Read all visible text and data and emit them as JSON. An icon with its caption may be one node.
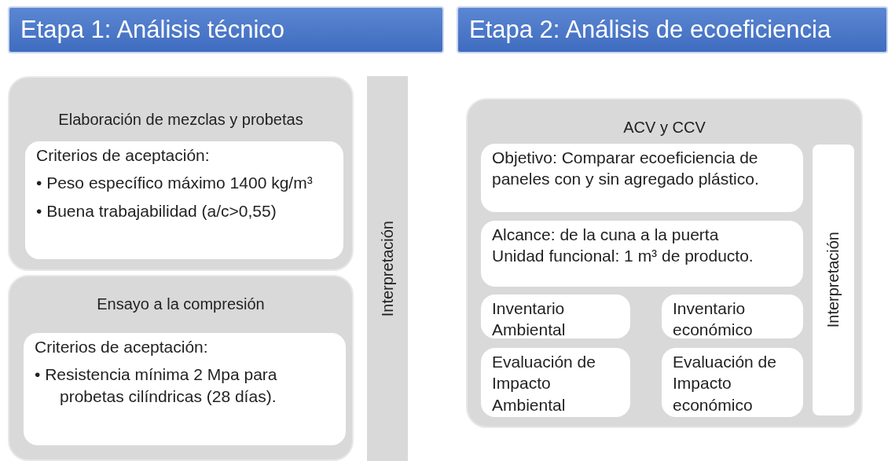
{
  "diagram": {
    "nodes": [
      {
        "text": [
          "Etapa 1: Análisis técnico"
        ]
      },
      {
        "text": [
          "Etapa 2: Análisis de ecoeficiencia"
        ]
      },
      {
        "text": [
          "Elaboración de mezclas y probetas"
        ]
      },
      {
        "text": [
          "Criterios de aceptación:",
          "• Peso específico máximo 1400 kg/m³",
          "• Buena trabajabilidad (a/c>0,55)"
        ],
        "in": 2
      },
      {
        "text": [
          "Ensayo a la compresión"
        ]
      },
      {
        "text": [
          "Criterios de aceptación:",
          "• Resistencia mínima 2 Mpa para probetas cilíndricas (28 días)."
        ],
        "in": 4
      },
      {
        "text": [
          "Interpretación"
        ]
      },
      {
        "text": [
          "ACV y CCV"
        ]
      },
      {
        "text": [
          "Objetivo: Comparar ecoeficiencia de paneles con y sin agregado plástico."
        ],
        "in": 7
      },
      {
        "text": [
          "Alcance: de la cuna a la puerta",
          "Unidad funcional: 1 m³ de producto."
        ],
        "in": 7
      },
      {
        "text": [
          "Inventario Ambiental"
        ],
        "in": 7
      },
      {
        "text": [
          "Inventario económico"
        ],
        "in": 7
      },
      {
        "text": [
          "Evaluación de Impacto Ambiental"
        ],
        "in": 7
      },
      {
        "text": [
          "Evaluación de Impacto económico"
        ],
        "in": 7
      },
      {
        "text": [
          "Interpretación"
        ],
        "in": 7
      }
    ],
    "edges": []
  }
}
